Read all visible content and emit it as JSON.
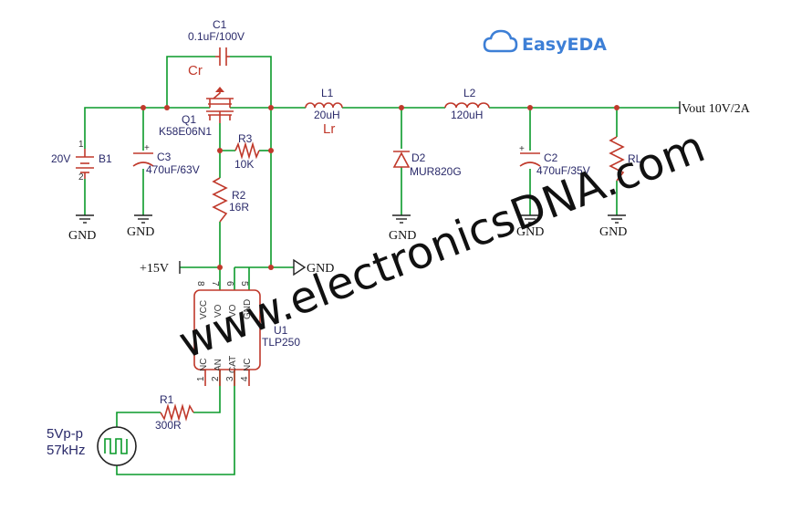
{
  "brand": {
    "name": "EasyEDA",
    "icon": "cloud-icon"
  },
  "watermark": "www.electronicsDNA.com",
  "components": {
    "C1": {
      "ref": "C1",
      "value": "0.1uF/100V",
      "note": "Cr"
    },
    "Q1": {
      "ref": "Q1",
      "value": "K58E06N1"
    },
    "R3": {
      "ref": "R3",
      "value": "10K"
    },
    "R2": {
      "ref": "R2",
      "value": "16R"
    },
    "B1": {
      "ref": "B1",
      "value": "20V"
    },
    "C3": {
      "ref": "C3",
      "value": "470uF/63V"
    },
    "L1": {
      "ref": "L1",
      "value": "20uH",
      "note": "Lr"
    },
    "D2": {
      "ref": "D2",
      "value": "MUR820G"
    },
    "L2": {
      "ref": "L2",
      "value": "120uH"
    },
    "C2": {
      "ref": "C2",
      "value": "470uF/35V"
    },
    "RL": {
      "ref": "RL"
    },
    "U1": {
      "ref": "U1",
      "value": "TLP250",
      "pins_top": [
        "VCC",
        "VO",
        "VO",
        "GND"
      ],
      "pins_bottom": [
        "NC",
        "AN",
        "CAT",
        "NC"
      ],
      "pin_numbers_top": [
        "8",
        "7",
        "6",
        "5"
      ],
      "pin_numbers_bottom": [
        "1",
        "2",
        "3",
        "4"
      ]
    },
    "R1": {
      "ref": "R1",
      "value": "300R"
    }
  },
  "nets": {
    "gnd": "GND",
    "vout": "Vout 10V/2A",
    "vcc": "+15V",
    "battery_plus": "+",
    "battery_1": "1",
    "battery_2": "2"
  },
  "source": {
    "line1": "5Vp-p",
    "line2": "57kHz"
  }
}
